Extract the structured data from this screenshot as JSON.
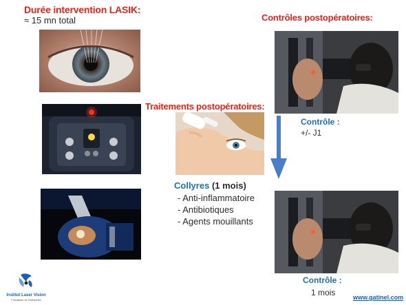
{
  "lasik": {
    "title": "Durée intervention LASIK:",
    "duration": "≈ 15 mn total"
  },
  "controls": {
    "title": "Contrôles postopératoires:",
    "first_label": "Contrôle :",
    "first_value": "+/- J1",
    "second_label": "Contrôle :",
    "second_value": "1 mois"
  },
  "treatments": {
    "title": "Traitements postopératoires:",
    "collyres_label": "Collyres",
    "collyres_duration": "(1 mois)",
    "items": [
      "Anti-inflammatoire",
      "Antibiotiques",
      "Agents mouillants"
    ]
  },
  "logo": {
    "name": "Institut Laser Vision",
    "subtitle": "Fondation de Rothschild"
  },
  "footer": {
    "url": "www.gatinel.com"
  },
  "colors": {
    "title_red": "#e8231b",
    "accent_blue": "#1f6fb2",
    "arrow_blue": "#4a7ec7"
  }
}
